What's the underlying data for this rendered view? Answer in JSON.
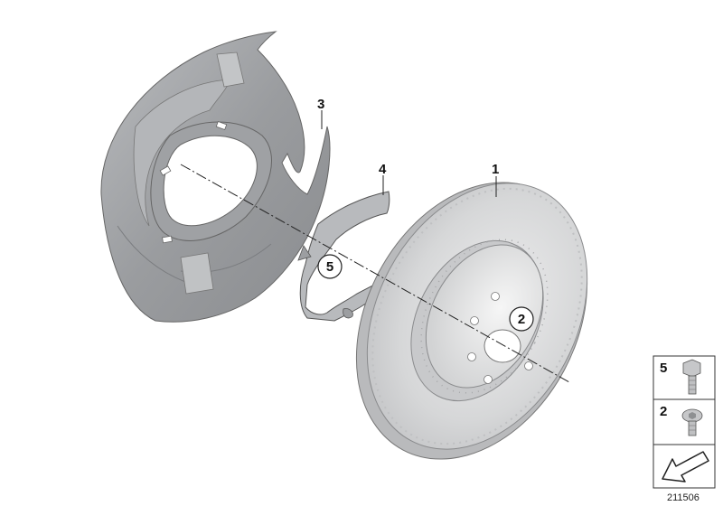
{
  "callouts": {
    "part_1": "1",
    "part_2": "2",
    "part_3": "3",
    "part_4": "4",
    "part_5": "5"
  },
  "legend": {
    "item_5": "5",
    "item_2": "2",
    "arrow_icon": "arrow-left-down-icon"
  },
  "diagram_id": "211506",
  "colors": {
    "shield_fill": "#a9abae",
    "shield_shade": "#8d8f92",
    "disc_face": "#d8d9da",
    "disc_hat": "#e6e7e8",
    "outline": "#555555"
  }
}
